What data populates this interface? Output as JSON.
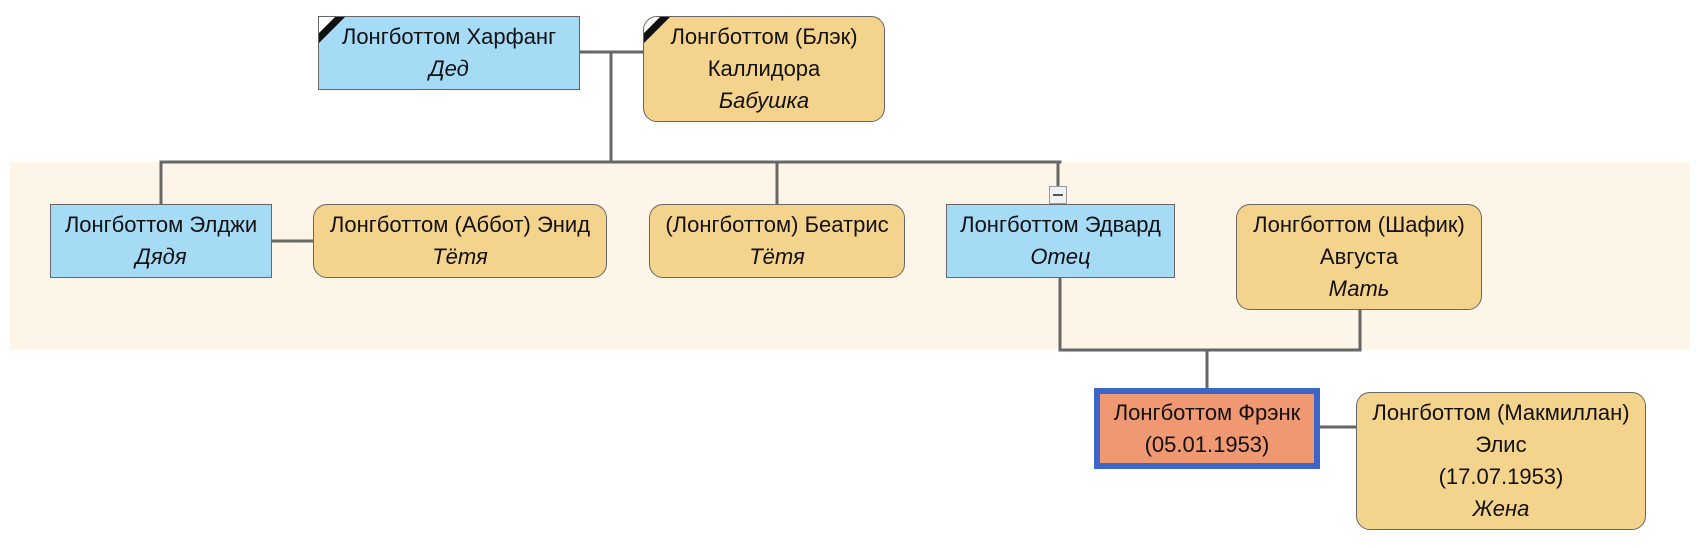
{
  "colors": {
    "male": "#a6dbf6",
    "female": "#f4d38c",
    "focus": "#ef9872",
    "focus_border": "#3e66c8",
    "band": "#fdf5e7",
    "connector": "#666666"
  },
  "tree": {
    "grandfather": {
      "name": "Лонгботтом Харфанг",
      "relation": "Дед",
      "deceased": true
    },
    "grandmother": {
      "name_line1": "Лонгботтом (Блэк)",
      "name_line2": "Каллидора",
      "relation": "Бабушка",
      "deceased": true
    },
    "uncle": {
      "name": "Лонгботтом Элджи",
      "relation": "Дядя"
    },
    "aunt1": {
      "name": "Лонгботтом (Аббот) Энид",
      "relation": "Тётя"
    },
    "aunt2": {
      "name": "(Лонгботтом) Беатрис",
      "relation": "Тётя"
    },
    "father": {
      "name": "Лонгботтом Эдвард",
      "relation": "Отец",
      "collapse_icon": "minus-icon"
    },
    "mother": {
      "name_line1": "Лонгботтом (Шафик)",
      "name_line2": "Августа",
      "relation": "Мать"
    },
    "self": {
      "name": "Лонгботтом Фрэнк",
      "birth": "(05.01.1953)"
    },
    "wife": {
      "name_line1": "Лонгботтом (Макмиллан)",
      "name_line2": "Элис",
      "birth": "(17.07.1953)",
      "relation": "Жена"
    }
  }
}
